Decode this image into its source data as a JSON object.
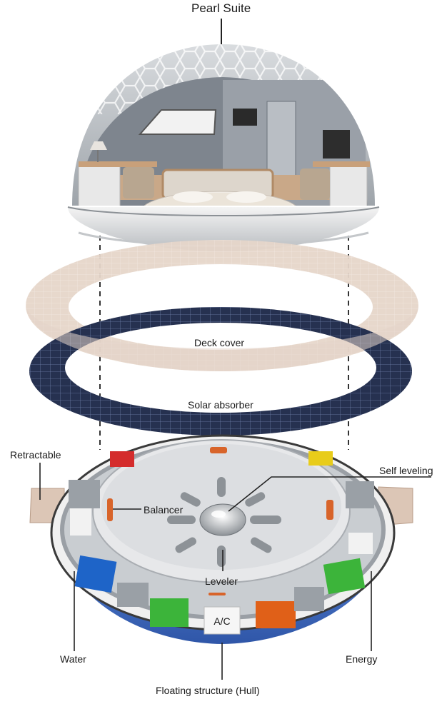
{
  "labels": {
    "title": "Pearl Suite",
    "deck_cover": "Deck cover",
    "solar_absorber": "Solar absorber",
    "retractable": "Retractable",
    "self_leveling": "Self leveling",
    "balancer": "Balancer",
    "leveler": "Leveler",
    "ac": "A/C",
    "water": "Water",
    "energy": "Energy",
    "hull": "Floating structure (Hull)"
  },
  "colors": {
    "dome_glass": "#c9ccd0",
    "interior_wall": "#8e949c",
    "deck_cover": "#e3d2c6",
    "solar_panel": "#2a3350",
    "hull_blue": "#3f6fc4",
    "water_block": "#1e64c8",
    "green_block": "#3cb43a",
    "orange_block": "#e06018",
    "red_block": "#d42c2c",
    "yellow_block": "#e8cc1a",
    "balancer": "#d8642a"
  }
}
